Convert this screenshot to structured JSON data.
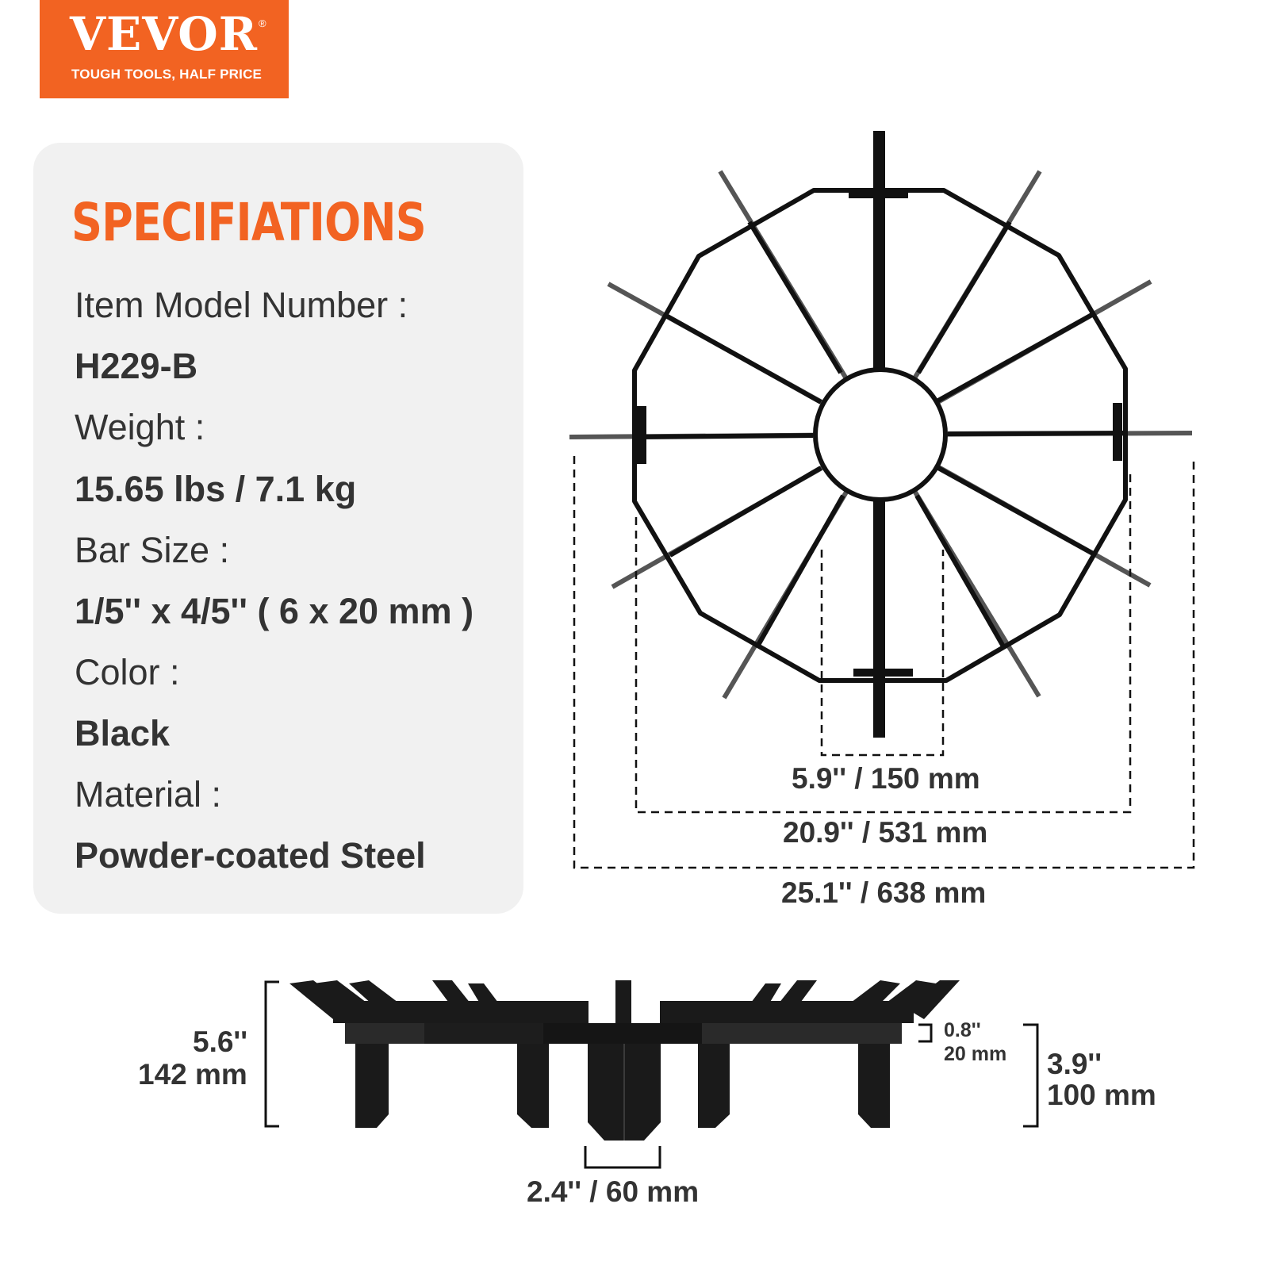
{
  "brand": {
    "name": "VEVOR",
    "registered_mark": "®",
    "tagline": "TOUGH TOOLS, HALF PRICE",
    "color": "#f26322"
  },
  "specifications": {
    "title": "SPECIFIATIONS",
    "items": [
      {
        "label": "Item Model Number :",
        "value": "H229-B"
      },
      {
        "label": "Weight :",
        "value": "15.65 lbs / 7.1 kg"
      },
      {
        "label": "Bar Size :",
        "value": "1/5'' x 4/5'' ( 6 x 20 mm )"
      },
      {
        "label": "Color :",
        "value": "Black"
      },
      {
        "label": "Material :",
        "value": "Powder-coated Steel"
      }
    ]
  },
  "top_view": {
    "dimensions": {
      "inner_diameter": "5.9'' / 150 mm",
      "ring_width": "20.9'' / 531 mm",
      "overall_width": "25.1'' / 638 mm"
    }
  },
  "side_view": {
    "dimensions": {
      "overall_height_in": "5.6''",
      "overall_height_mm": "142 mm",
      "ring_height_in": "0.8''",
      "ring_height_mm": "20 mm",
      "leg_height_in": "3.9''",
      "leg_height_mm": "100 mm",
      "leg_width": "2.4'' / 60 mm"
    }
  }
}
